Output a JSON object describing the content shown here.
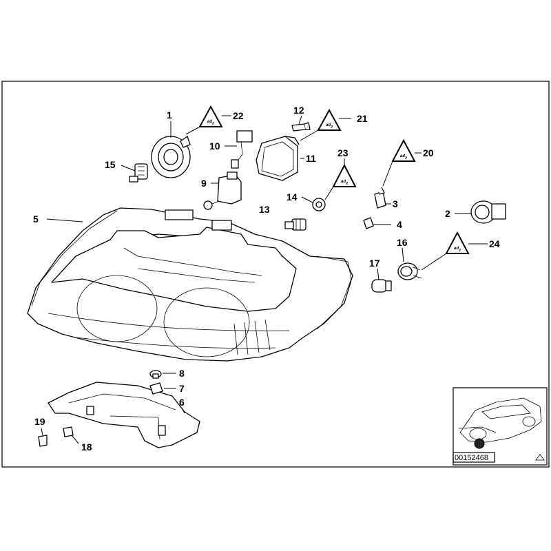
{
  "callouts": {
    "1": "1",
    "2": "2",
    "3": "3",
    "4": "4",
    "5": "5",
    "6": "6",
    "7": "7",
    "8": "8",
    "9": "9",
    "10": "10",
    "11": "11",
    "12": "12",
    "13": "13",
    "14": "14",
    "15": "15",
    "16": "16",
    "17": "17",
    "18": "18",
    "19": "19",
    "20": "20",
    "21": "21",
    "22": "22",
    "23": "23",
    "24": "24"
  },
  "warning_symbol_text": "ᵃᵈ₂",
  "reference_code": "00152468"
}
